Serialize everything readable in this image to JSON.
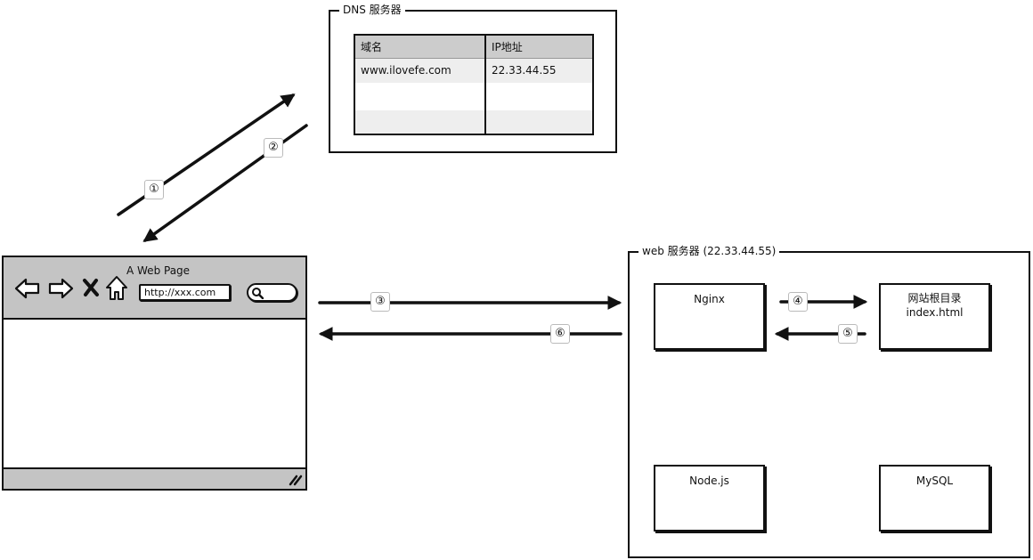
{
  "dns_server": {
    "title": "DNS 服务器",
    "table": {
      "headers": [
        "域名",
        "IP地址"
      ],
      "rows": [
        [
          "www.ilovefe.com",
          "22.33.44.55"
        ],
        [
          "",
          ""
        ],
        [
          "",
          ""
        ]
      ]
    }
  },
  "browser": {
    "page_title": "A Web Page",
    "url": "http://xxx.com",
    "icons": [
      "back-arrow-icon",
      "forward-arrow-icon",
      "close-icon",
      "home-icon",
      "search-icon",
      "resize-grip-icon"
    ]
  },
  "web_server": {
    "title": "web 服务器  (22.33.44.55)",
    "nginx": "Nginx",
    "web_root": {
      "line1": "网站根目录",
      "line2": "index.html"
    },
    "nodejs": "Node.js",
    "mysql": "MySQL"
  },
  "steps": [
    "①",
    "②",
    "③",
    "④",
    "⑤",
    "⑥"
  ]
}
